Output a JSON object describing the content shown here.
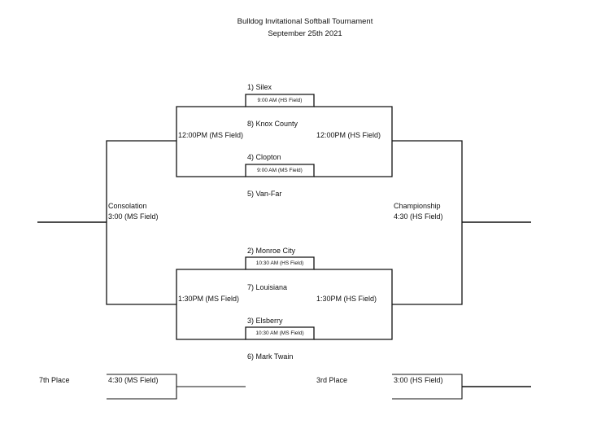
{
  "header": {
    "title": "Bulldog Invitational Softball Tournament",
    "date": "September 25th 2021"
  },
  "first_round": [
    {
      "top": "1) Silex",
      "time": "9:00  AM (HS Field)",
      "bottom": "8) Knox County"
    },
    {
      "top": "4) Clopton",
      "time": "9:00 AM (MS Field)",
      "bottom": "5) Van-Far"
    },
    {
      "top": "2) Monroe City",
      "time": "10:30 AM (HS Field)",
      "bottom": "7) Louisiana"
    },
    {
      "top": "3) Elsberry",
      "time": "10:30 AM (MS Field)",
      "bottom": "6) Mark Twain"
    }
  ],
  "second_round": {
    "upper_consolation": "12:00PM (MS Field)",
    "upper_winners": "12:00PM (HS Field)",
    "lower_consolation": "1:30PM (MS Field)",
    "lower_winners": "1:30PM (HS Field)"
  },
  "consolation": {
    "label": "Consolation",
    "time": "3:00 (MS Field)"
  },
  "championship": {
    "label": "Championship",
    "time": "4:30 (HS Field)"
  },
  "seventh_place": {
    "label": "7th Place",
    "time": "4:30 (MS Field)"
  },
  "third_place": {
    "label": "3rd Place",
    "time": "3:00 (HS Field)"
  }
}
